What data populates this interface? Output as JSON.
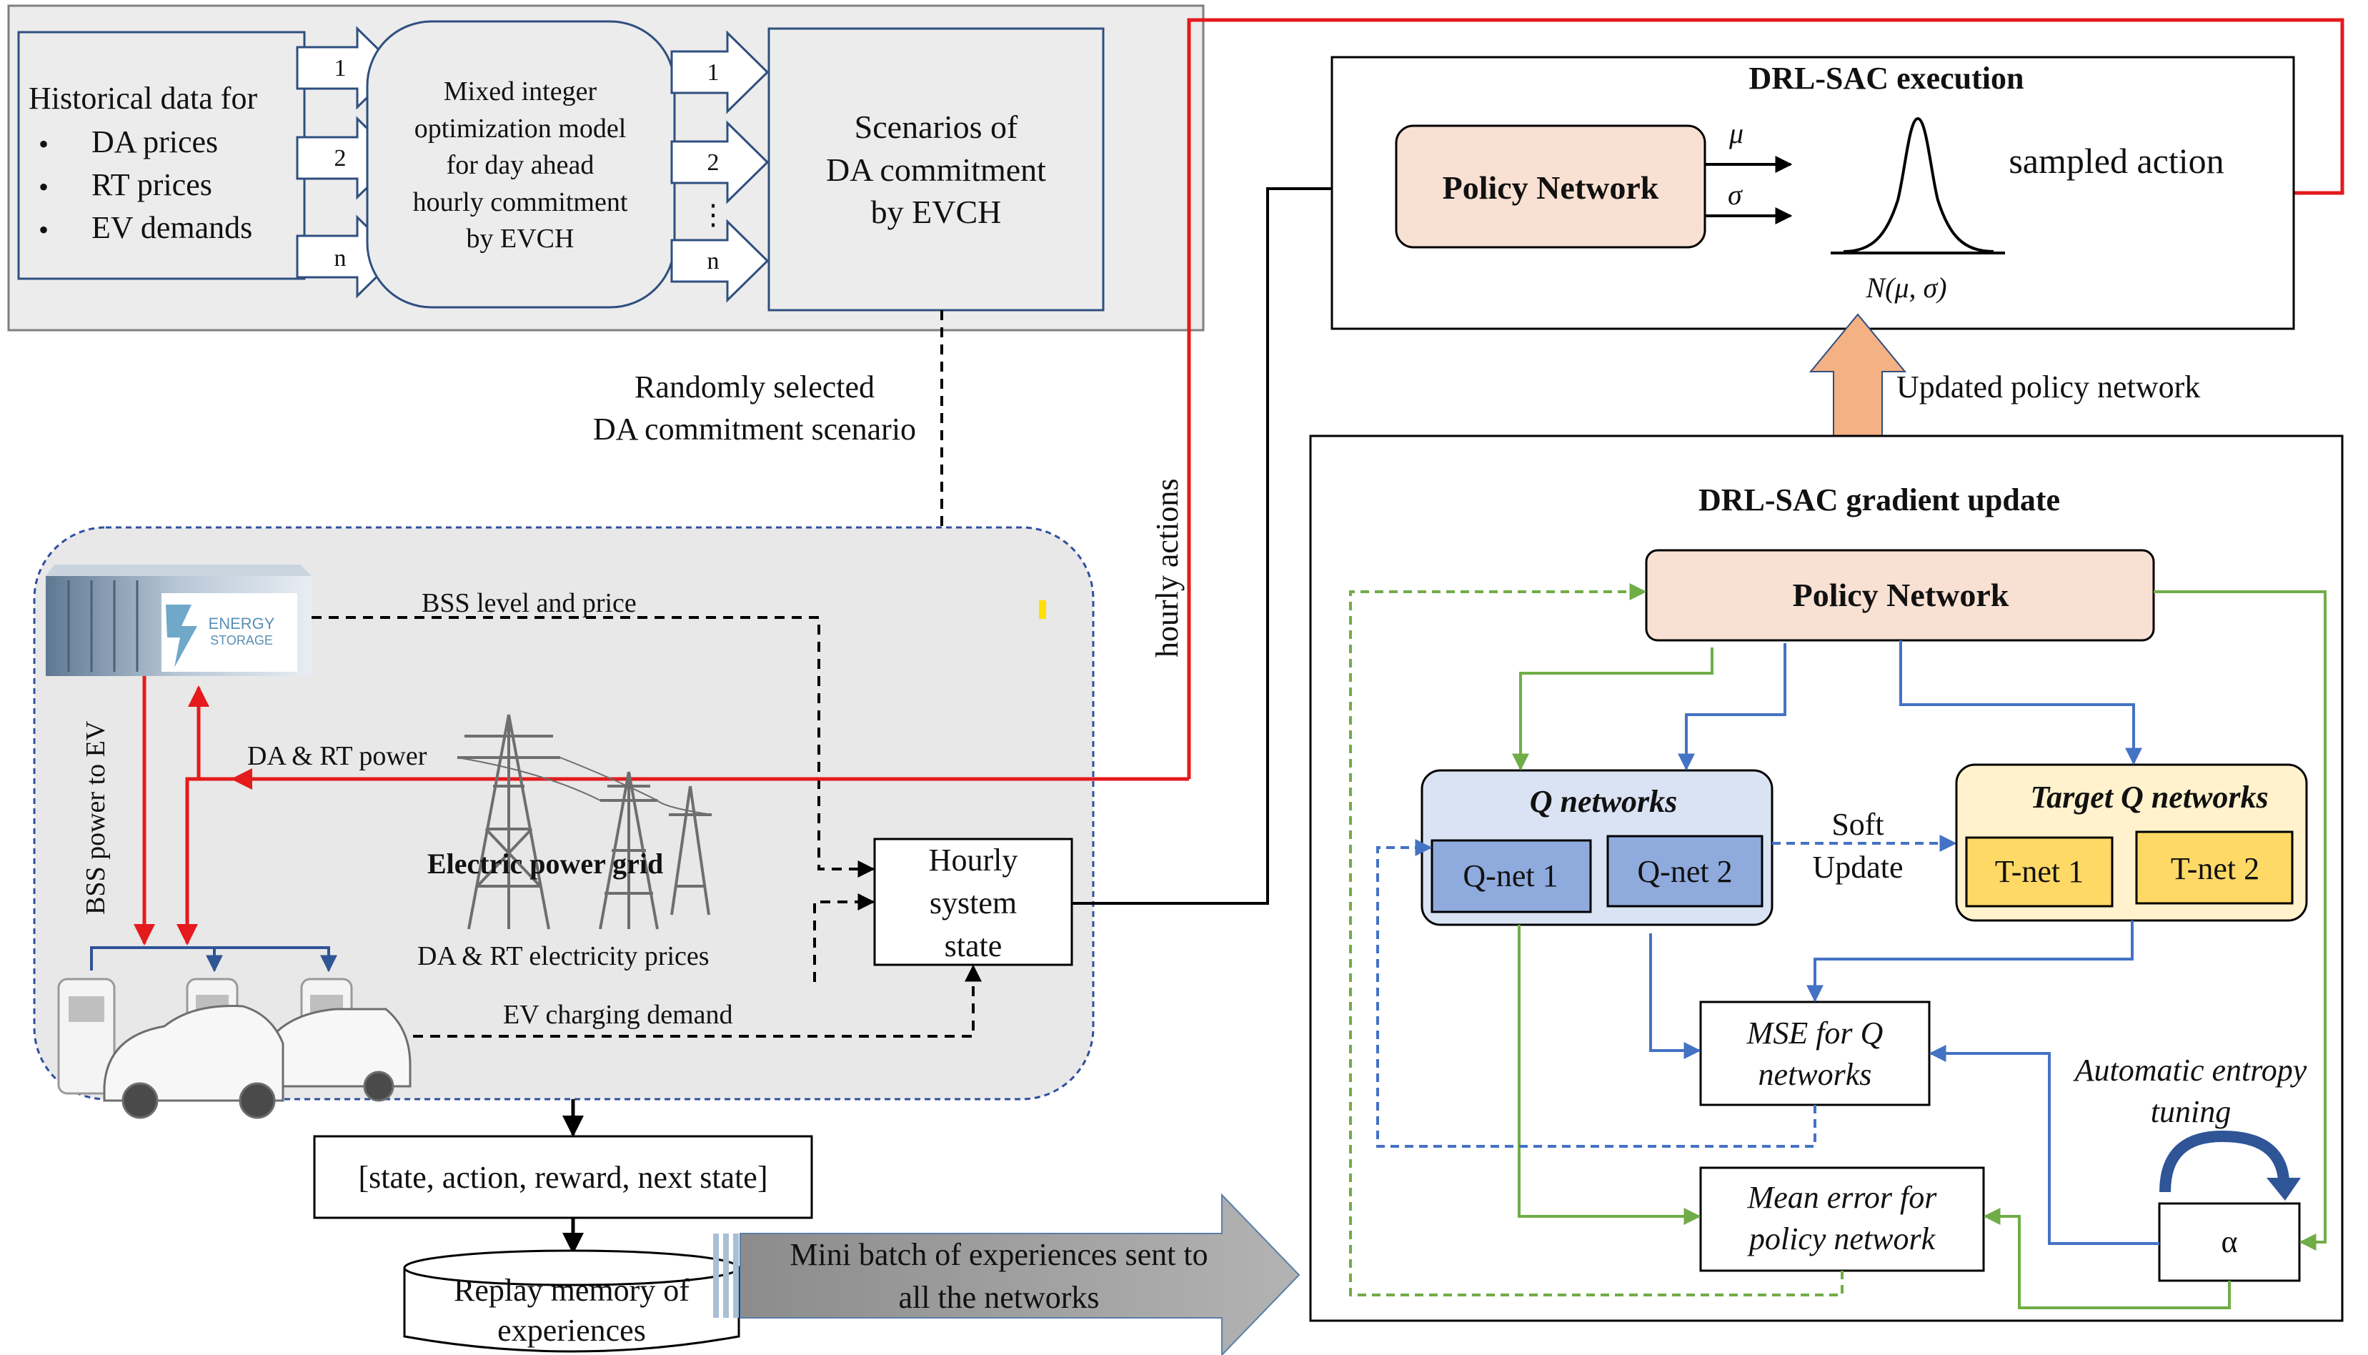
{
  "colors": {
    "red": "#e41a1c",
    "blue": "#4472c4",
    "green": "#70ad47",
    "black": "#000000",
    "peach": "#f8e0d2",
    "peach_arrow": "#f4b183",
    "qbox": "#dae3f3",
    "qnet": "#8faadc",
    "tbox": "#fff2cc",
    "tnet": "#ffd966",
    "gray_panel": "#ececec",
    "arrow_gray": "#a5a5a5"
  },
  "top_panel": {
    "historical_title": "Historical data for",
    "historical_items": [
      "DA prices",
      "RT prices",
      "EV demands"
    ],
    "arrow_labels_left": [
      "1",
      "2",
      "n"
    ],
    "arrow_labels_right": [
      "1",
      "2",
      "⋮",
      "n"
    ],
    "milp_lines": [
      "Mixed integer",
      "optimization model",
      "for day ahead",
      "hourly commitment",
      "by EVCH"
    ],
    "scenarios_lines": [
      "Scenarios of",
      "DA commitment",
      "by EVCH"
    ]
  },
  "random_lines": [
    "Randomly selected",
    "DA commitment scenario"
  ],
  "hourly_actions": "hourly actions",
  "env": {
    "bss_level": "BSS level and price",
    "da_rt_power": "DA & RT power",
    "bss_power": "BSS power to EV",
    "grid_label": "Electric power grid",
    "prices_label": "DA & RT electricity prices",
    "ev_demand": "EV charging demand",
    "storage_text_1": "ENERGY",
    "storage_text_2": "STORAGE"
  },
  "hourly_state_lines": [
    "Hourly",
    "system",
    "state"
  ],
  "transition": "[state, action, reward, next state]",
  "replay_lines": [
    "Replay memory of",
    "experiences"
  ],
  "minibatch_lines": [
    "Mini batch of experiences sent to",
    "all the networks"
  ],
  "execution": {
    "title": "DRL-SAC execution",
    "policy": "Policy Network",
    "mu": "μ",
    "sigma": "σ",
    "dist": "N(μ, σ)",
    "sampled": "sampled action"
  },
  "updated_policy": "Updated policy network",
  "gradient": {
    "title": "DRL-SAC gradient update",
    "policy": "Policy Network",
    "q_title": "Q networks",
    "qnet1": "Q-net 1",
    "qnet2": "Q-net 2",
    "soft_lines": [
      "Soft",
      "Update"
    ],
    "target_title": "Target Q networks",
    "tnet1": "T-net 1",
    "tnet2": "T-net 2",
    "mse_lines": [
      "MSE for Q",
      "networks"
    ],
    "entropy_lines": [
      "Automatic entropy",
      "tuning"
    ],
    "alpha": "α",
    "mean_error_lines": [
      "Mean error for",
      "policy network"
    ]
  }
}
